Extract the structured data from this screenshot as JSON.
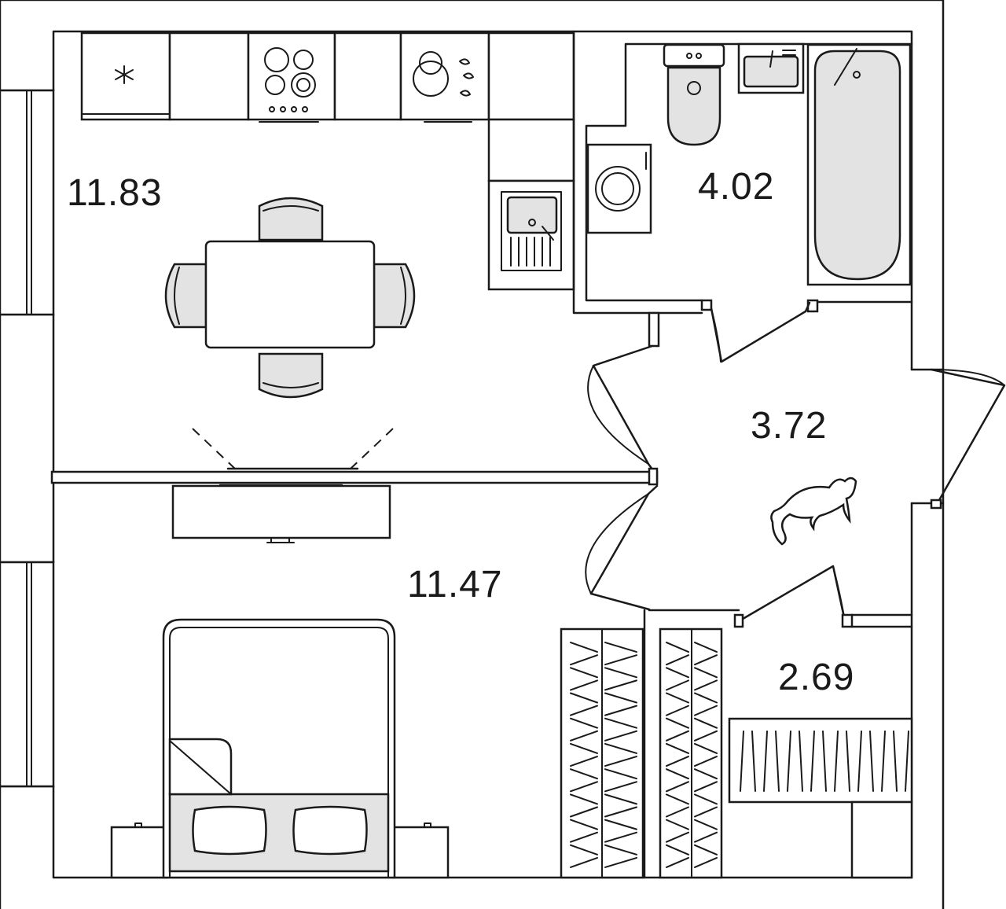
{
  "floor_plan": {
    "rooms": [
      {
        "id": "kitchen",
        "area": "11.83"
      },
      {
        "id": "bathroom",
        "area": "4.02"
      },
      {
        "id": "hallway",
        "area": "3.72"
      },
      {
        "id": "bedroom",
        "area": "11.47"
      },
      {
        "id": "storage",
        "area": "2.69"
      }
    ]
  }
}
